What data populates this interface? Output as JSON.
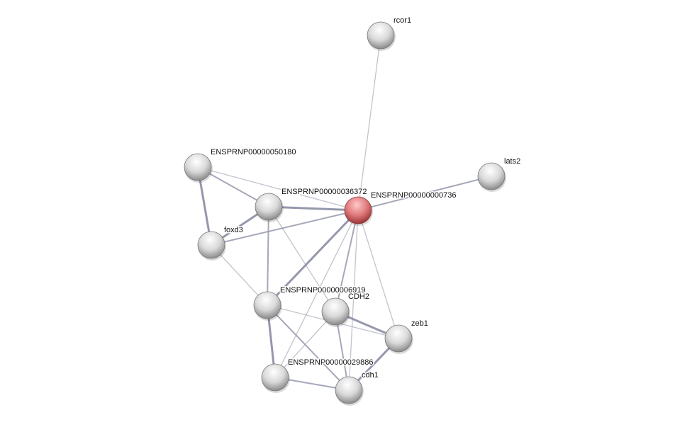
{
  "network": {
    "query_color": "#e06f72",
    "node_color": "#d8d8d8",
    "edge_color": "#8f92a8",
    "nodes": [
      {
        "id": "rcor1",
        "label": "rcor1"
      },
      {
        "id": "n50180",
        "label": "ENSPRNP00000050180"
      },
      {
        "id": "n36372",
        "label": "ENSPRNP00000036372"
      },
      {
        "id": "n736",
        "label": "ENSPRNP00000000736",
        "query": true
      },
      {
        "id": "lats2",
        "label": "lats2"
      },
      {
        "id": "foxd3",
        "label": "foxd3"
      },
      {
        "id": "n6919",
        "label": "ENSPRNP00000006919"
      },
      {
        "id": "CDH2",
        "label": "CDH2"
      },
      {
        "id": "zeb1",
        "label": "zeb1"
      },
      {
        "id": "n29886",
        "label": "ENSPRNP00000029886"
      },
      {
        "id": "cdh1",
        "label": "cdh1"
      }
    ],
    "edges": [
      {
        "a": "rcor1",
        "b": "n736",
        "w": 1
      },
      {
        "a": "lats2",
        "b": "n736",
        "w": 2
      },
      {
        "a": "n50180",
        "b": "n736",
        "w": 1
      },
      {
        "a": "n50180",
        "b": "n36372",
        "w": 2
      },
      {
        "a": "n50180",
        "b": "foxd3",
        "w": 3
      },
      {
        "a": "n36372",
        "b": "n736",
        "w": 3
      },
      {
        "a": "n36372",
        "b": "foxd3",
        "w": 3
      },
      {
        "a": "foxd3",
        "b": "n736",
        "w": 2
      },
      {
        "a": "n36372",
        "b": "n6919",
        "w": 2
      },
      {
        "a": "n36372",
        "b": "CDH2",
        "w": 1
      },
      {
        "a": "foxd3",
        "b": "n6919",
        "w": 1
      },
      {
        "a": "n736",
        "b": "n6919",
        "w": 3
      },
      {
        "a": "n736",
        "b": "CDH2",
        "w": 2
      },
      {
        "a": "n736",
        "b": "cdh1",
        "w": 1
      },
      {
        "a": "n736",
        "b": "zeb1",
        "w": 1
      },
      {
        "a": "n736",
        "b": "n29886",
        "w": 1
      },
      {
        "a": "n6919",
        "b": "zeb1",
        "w": 1
      },
      {
        "a": "n6919",
        "b": "n29886",
        "w": 3
      },
      {
        "a": "n6919",
        "b": "cdh1",
        "w": 2
      },
      {
        "a": "CDH2",
        "b": "zeb1",
        "w": 3
      },
      {
        "a": "CDH2",
        "b": "cdh1",
        "w": 2
      },
      {
        "a": "CDH2",
        "b": "n29886",
        "w": 1
      },
      {
        "a": "n29886",
        "b": "cdh1",
        "w": 2
      },
      {
        "a": "zeb1",
        "b": "cdh1",
        "w": 3
      }
    ]
  }
}
